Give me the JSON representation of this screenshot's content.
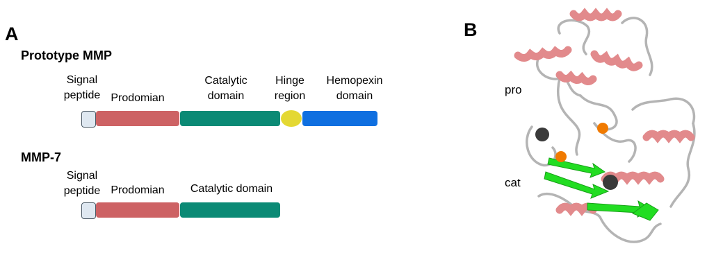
{
  "panel_a": {
    "letter": "A",
    "prototype": {
      "title": "Prototype MMP",
      "signal_l1": "Signal",
      "signal_l2": "peptide",
      "prodomain": "Prodomian",
      "catalytic_l1": "Catalytic",
      "catalytic_l2": "domain",
      "hinge_l1": "Hinge",
      "hinge_l2": "region",
      "hemopexin_l1": "Hemopexin",
      "hemopexin_l2": "domain"
    },
    "mmp7": {
      "title": "MMP-7",
      "signal_l1": "Signal",
      "signal_l2": "peptide",
      "prodomain": "Prodomian",
      "catalytic": "Catalytic domain"
    },
    "colors": {
      "signal": "#dfe8f1",
      "prodomain": "#cd6264",
      "catalytic": "#0b8a75",
      "hinge": "#e4d833",
      "hemopexin": "#0f6fe0"
    }
  },
  "panel_b": {
    "letter": "B",
    "label_pro": "pro",
    "label_cat": "cat",
    "colors": {
      "helix": "#e28a8c",
      "strand": "#22dd22",
      "loop": "#b4b4b4",
      "zinc": "#3a3a3a",
      "calcium": "#f07a00"
    }
  }
}
